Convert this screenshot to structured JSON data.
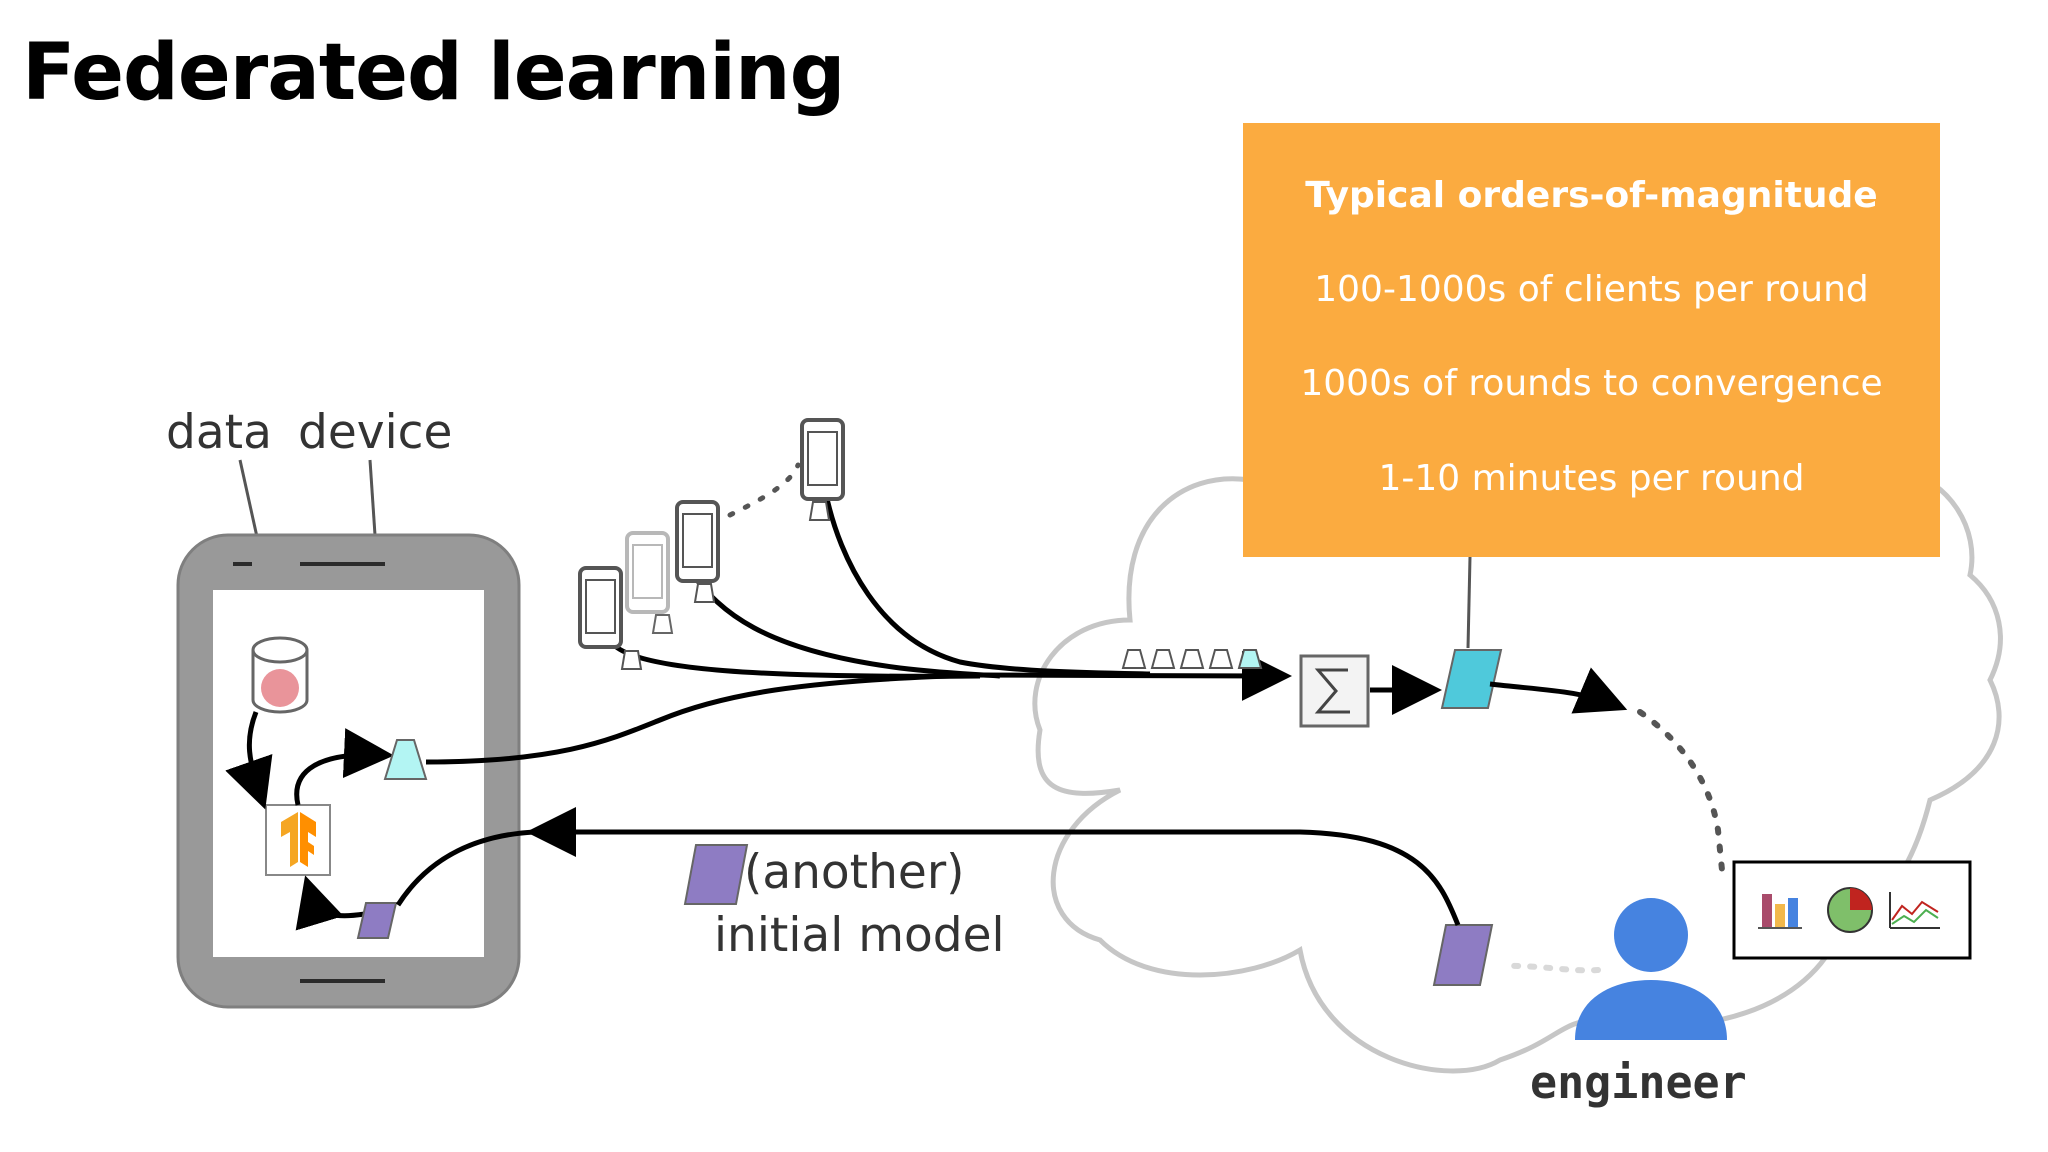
{
  "title": "Federated learning",
  "info_box": {
    "heading": "Typical orders-of-magnitude",
    "lines": [
      "100-1000s of clients per round",
      "1000s of rounds to convergence",
      "1-10 minutes per round"
    ],
    "color": "#fbab40"
  },
  "labels": {
    "data": "data",
    "device": "device",
    "another": "(another)",
    "initial_model": "initial model",
    "engineer": "engineer"
  },
  "icons": {
    "aggregate": "sigma-icon",
    "tensorflow": "tensorflow-logo"
  },
  "colors": {
    "update_cyan": "#b3f5f3",
    "aggregated_model": "#4fc9db",
    "initial_model_purple": "#8e7cc3",
    "person_blue": "#4683e0",
    "data_red": "#e9949a",
    "device_gray": "#999999",
    "cloud_gray": "#c0c0c0"
  }
}
